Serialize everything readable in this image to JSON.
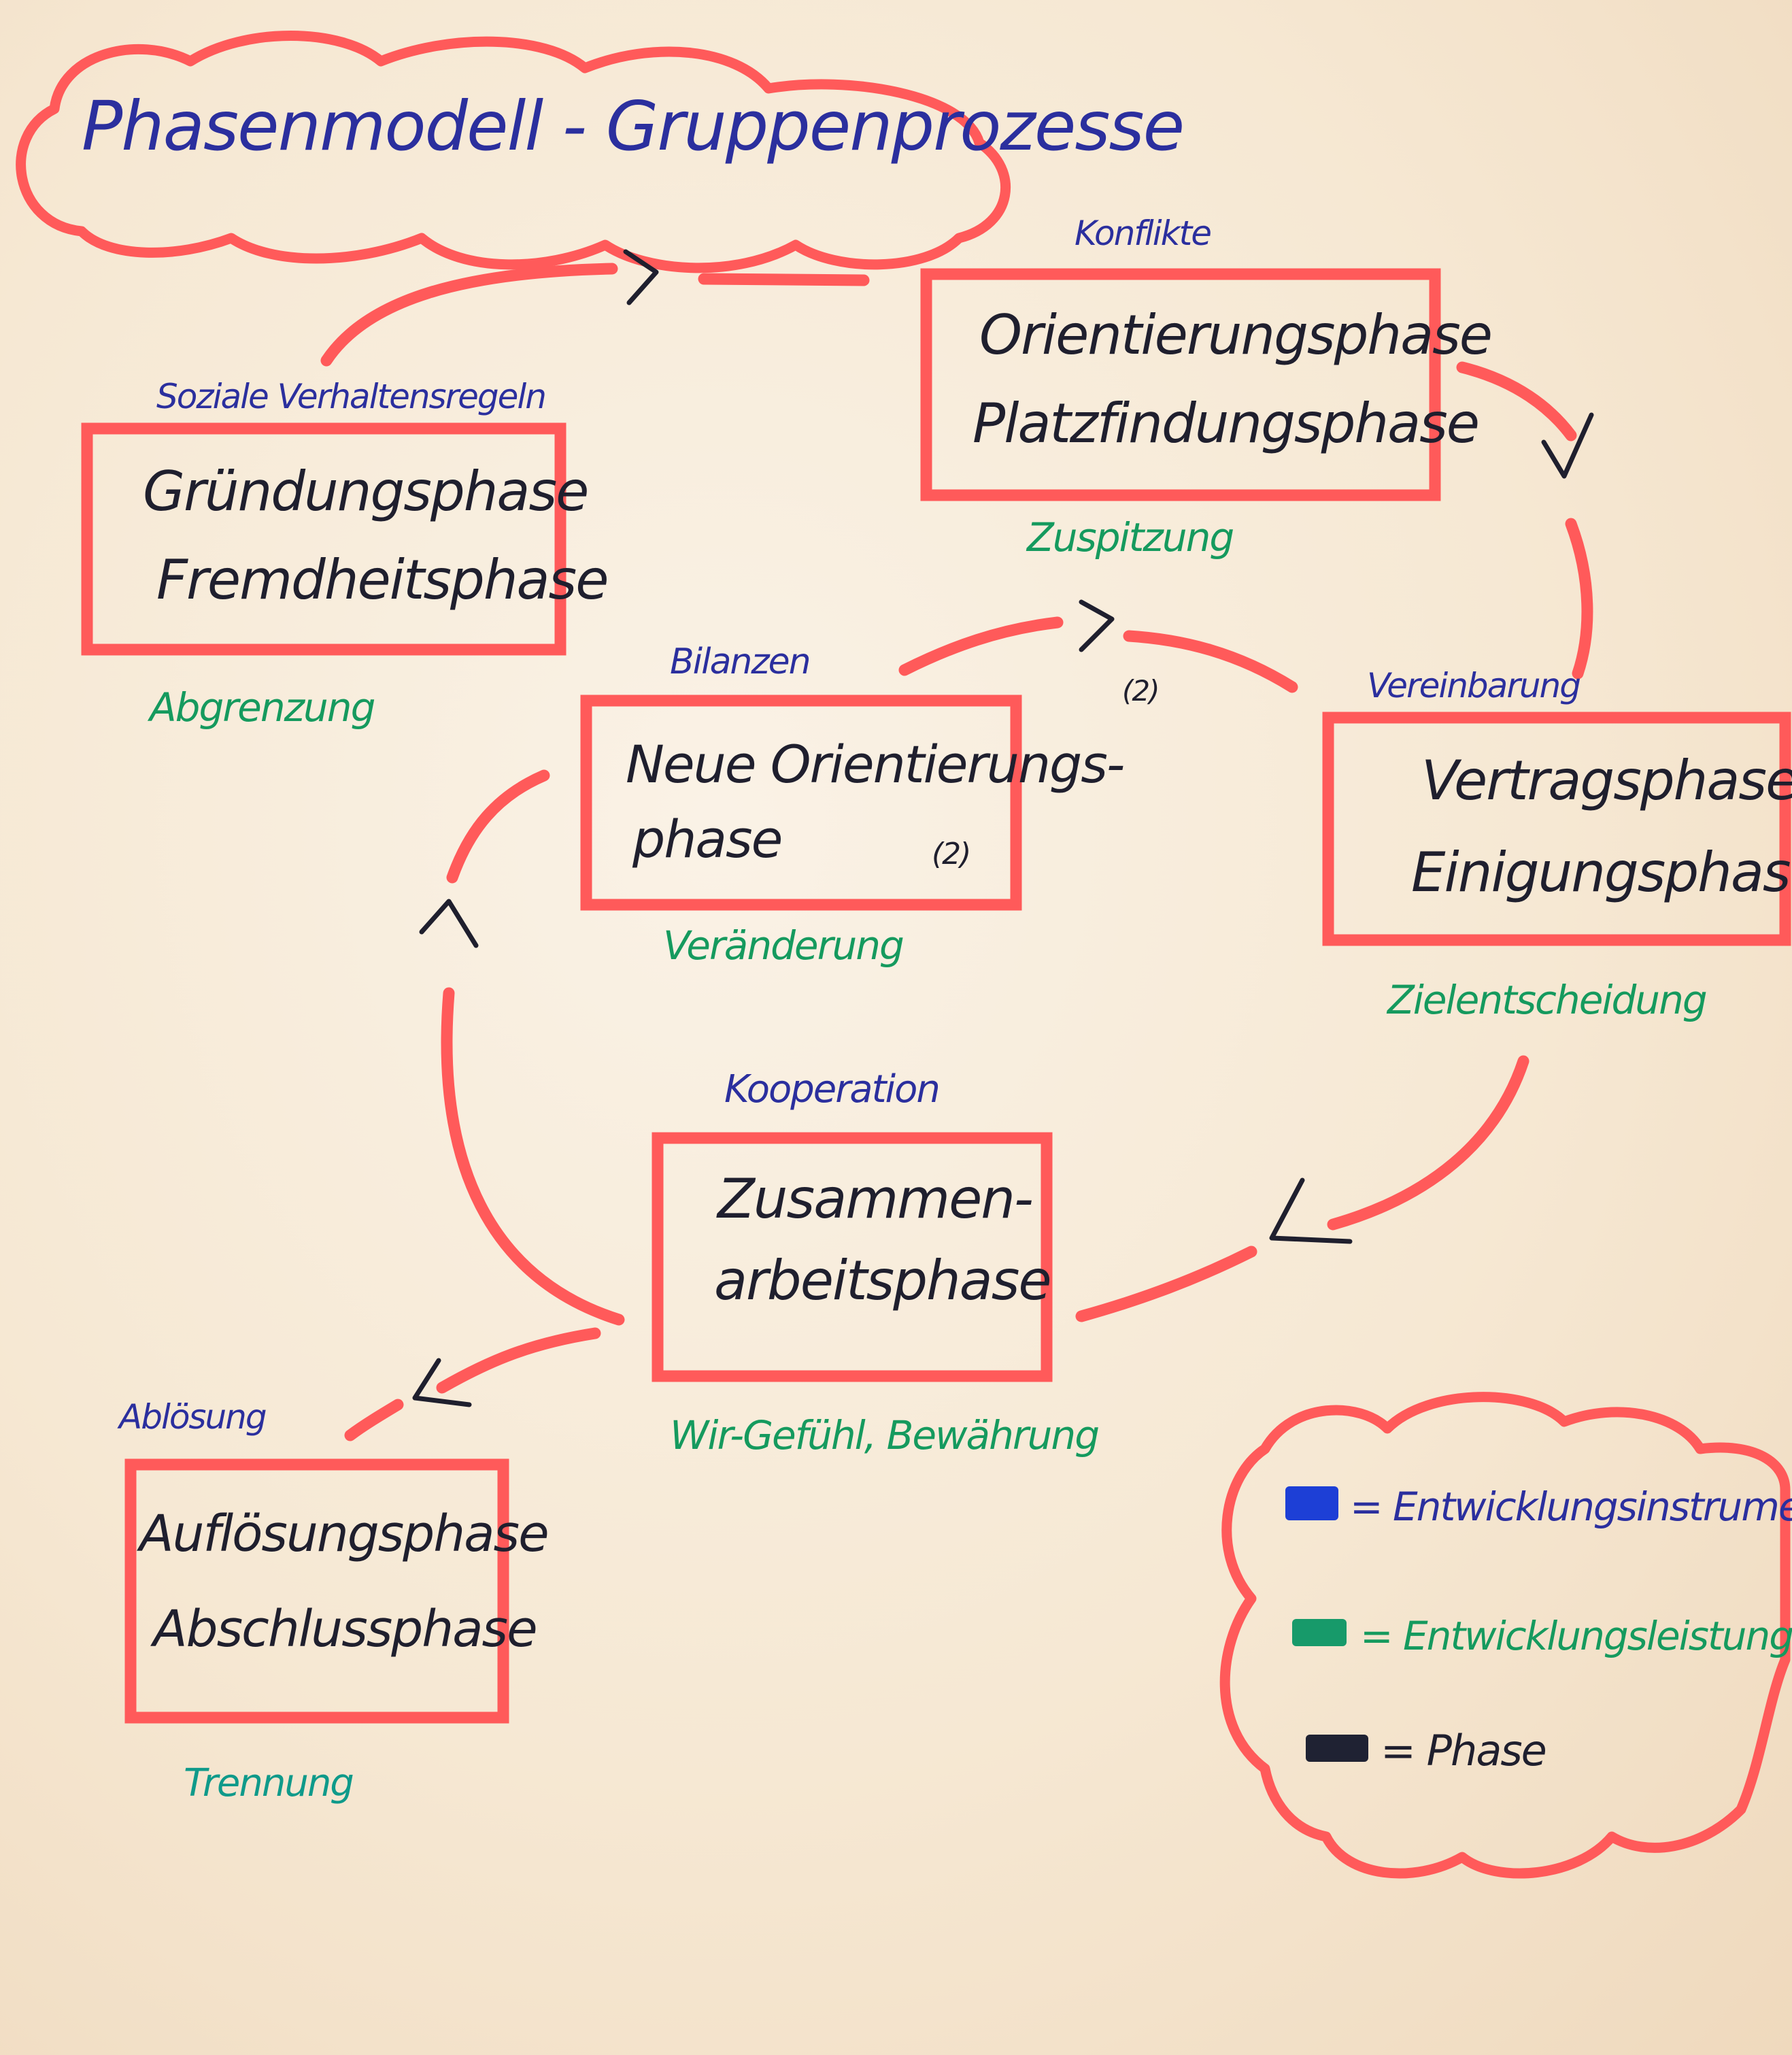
{
  "title": "Phasenmodell - Gruppenprozesse",
  "phases": {
    "gruendung": {
      "instrument": "Soziale Verhaltensregeln",
      "line1": "Gründungsphase",
      "line2": "Fremdheitsphase",
      "leistung": "Abgrenzung"
    },
    "orientierung": {
      "instrument": "Konflikte",
      "line1": "Orientierungsphase",
      "line2": "Platzfindungsphase",
      "leistung": "Zuspitzung"
    },
    "vertrag": {
      "instrument": "Vereinbarung",
      "line1": "Vertragsphase",
      "line2": "Einigungsphase",
      "leistung": "Zielentscheidung"
    },
    "neu": {
      "instrument": "Bilanzen",
      "line1": "Neue Orientierungs-",
      "line2": "phase",
      "marker": "(2)",
      "leistung": "Veränderung"
    },
    "zusammen": {
      "instrument": "Kooperation",
      "line1": "Zusammen-",
      "line2": "arbeitsphase",
      "leistung": "Wir-Gefühl, Bewährung"
    },
    "aufloesung": {
      "instrument": "Ablösung",
      "line1": "Auflösungsphase",
      "line2": "Abschlussphase",
      "leistung": "Trennung"
    }
  },
  "cycle_marker": "(2)",
  "legend": {
    "items": [
      {
        "color": "#1d3fd6",
        "label": "= Entwicklungsinstrument"
      },
      {
        "color": "#179a6a",
        "label": "= Entwicklungsleistung"
      },
      {
        "color": "#1f2233",
        "label": "= Phase"
      }
    ]
  },
  "colors": {
    "frame": "#ff5a5a",
    "instrument": "#2b2f9e",
    "leistung": "#159a5e",
    "phase": "#1f1f2e"
  }
}
